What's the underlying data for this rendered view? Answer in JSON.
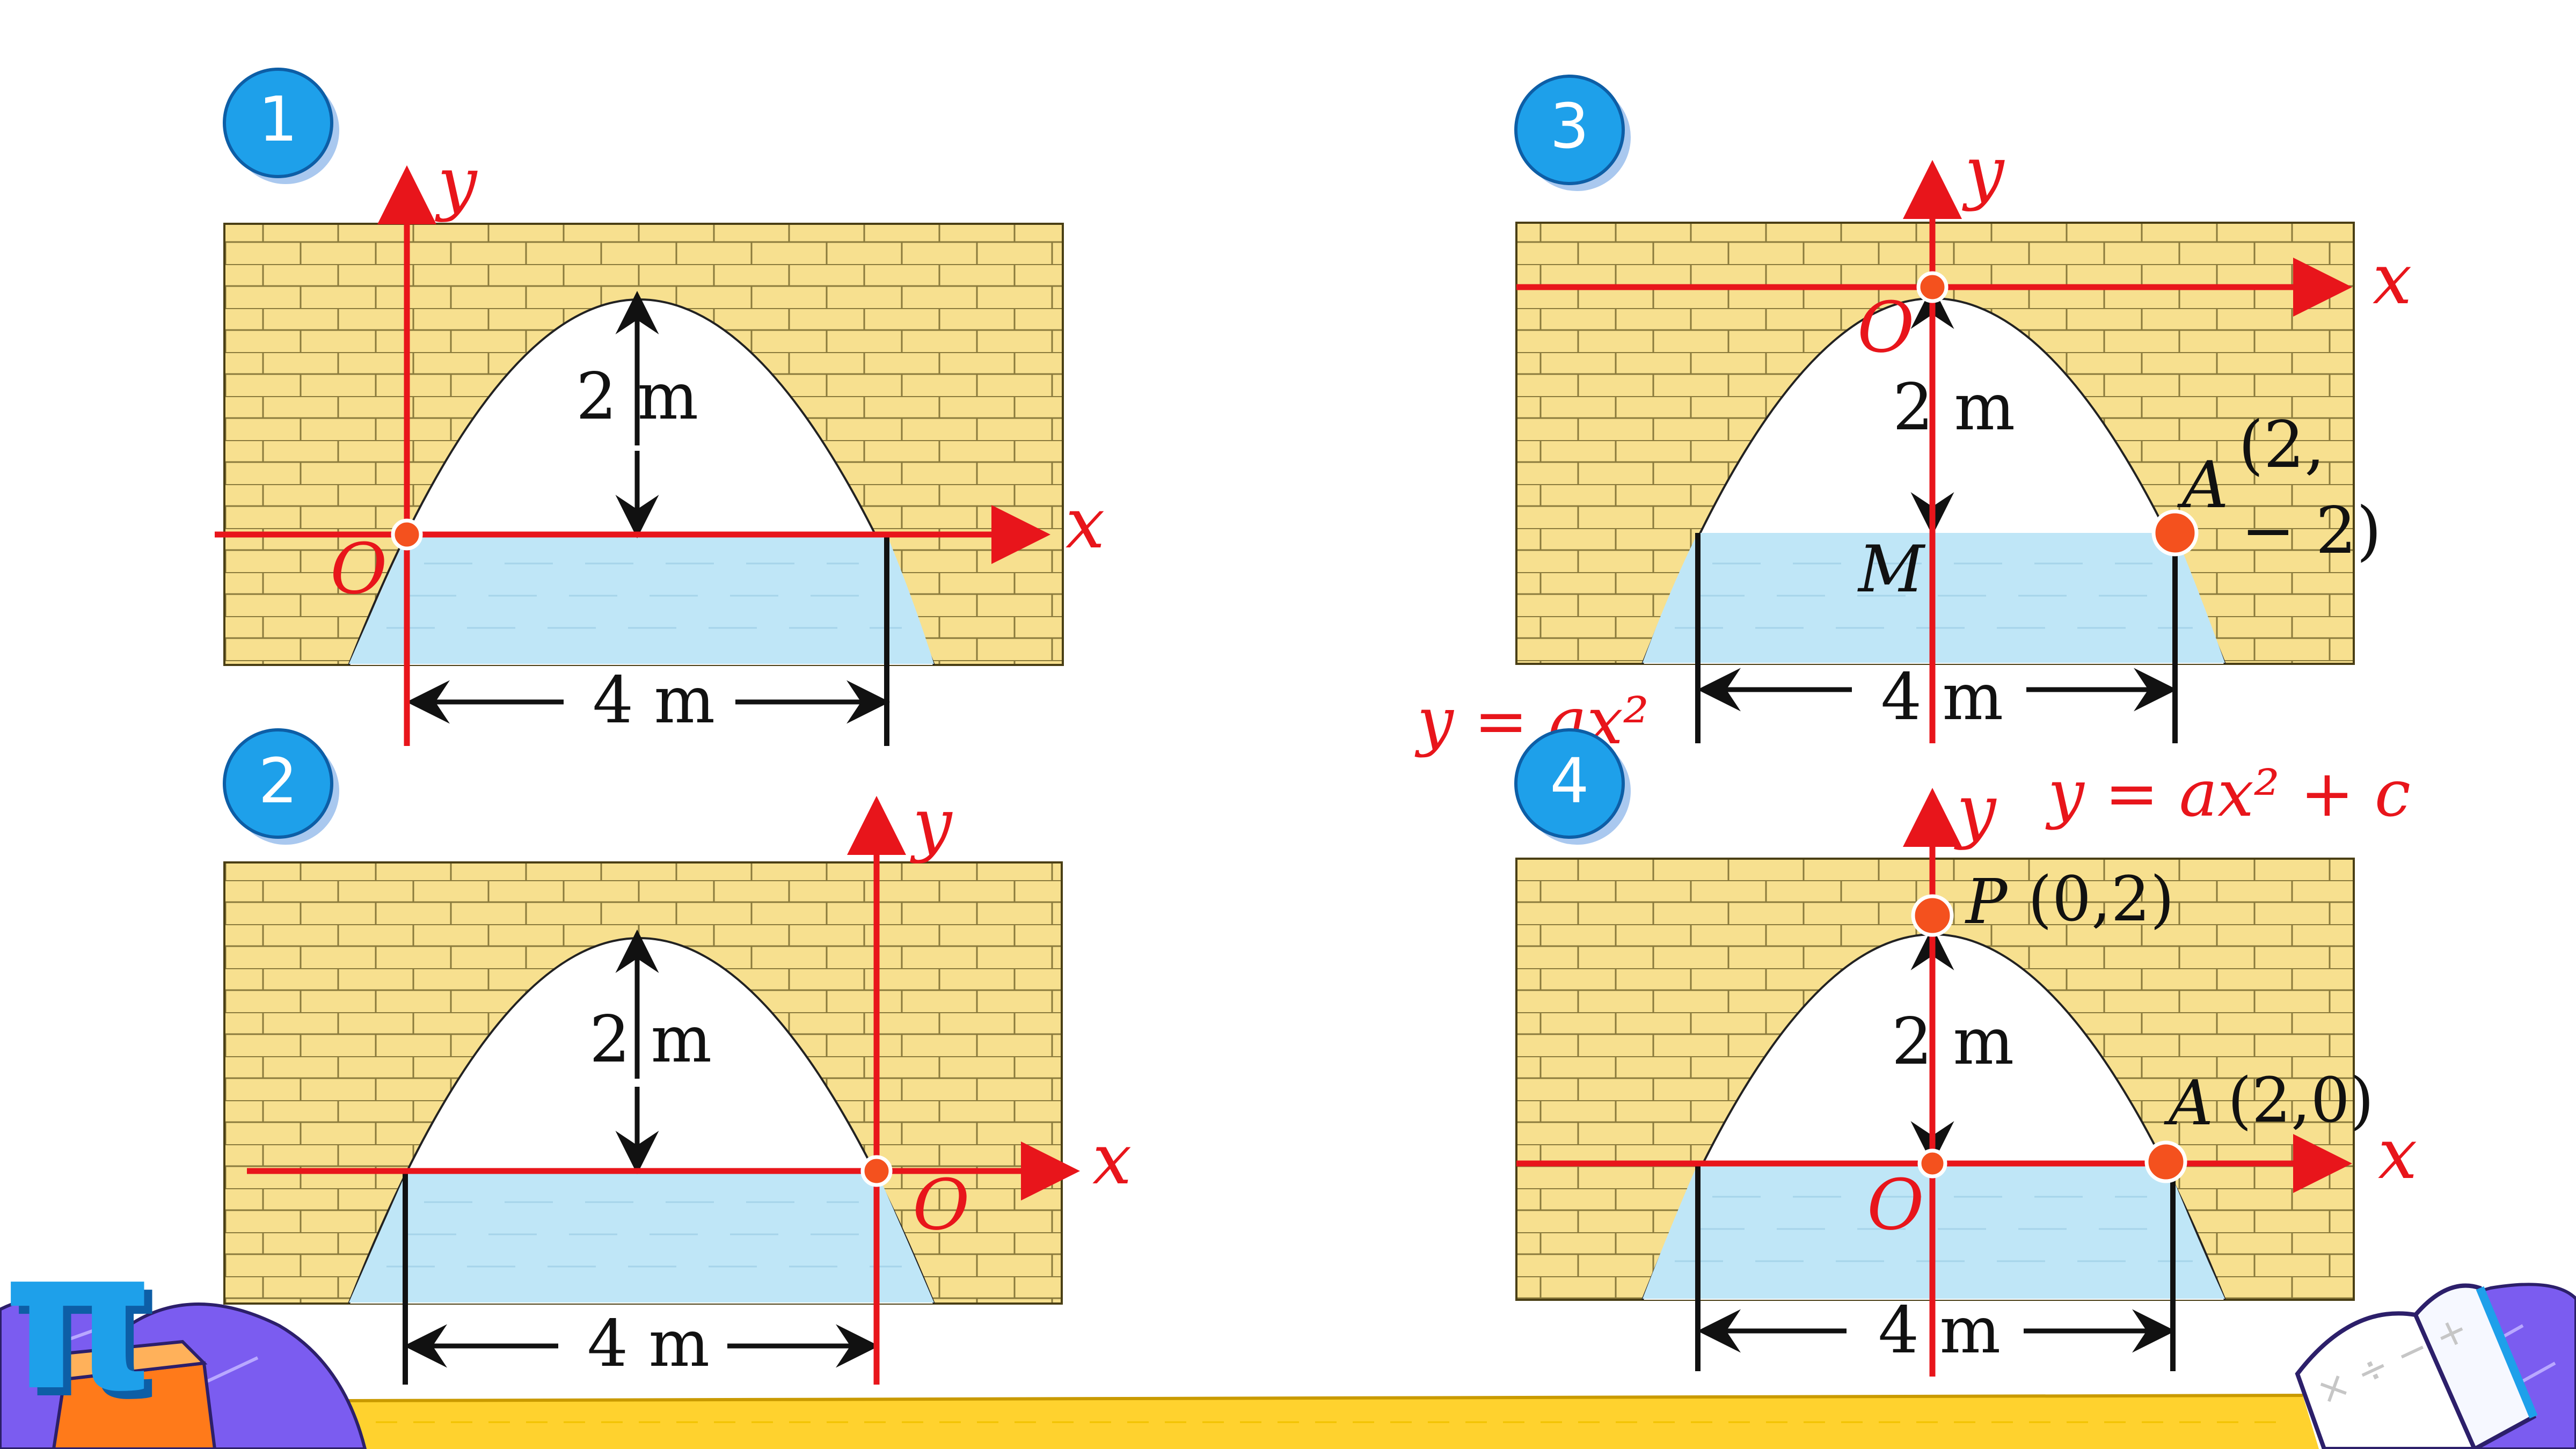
{
  "panels": [
    {
      "number": "1",
      "y_axis": "y",
      "x_axis": "x",
      "origin": "O",
      "height_label": "2 m",
      "width_label": "4 m"
    },
    {
      "number": "2",
      "y_axis": "y",
      "x_axis": "x",
      "origin": "O",
      "height_label": "2 m",
      "width_label": "4 m"
    },
    {
      "number": "3",
      "y_axis": "y",
      "x_axis": "x",
      "origin": "O",
      "height_label": "2 m",
      "width_label": "4 m",
      "point_m": "M",
      "point_a": "A",
      "point_a_coord_line1": "(2,",
      "point_a_coord_line2": "− 2)",
      "equation": "y = ax²"
    },
    {
      "number": "4",
      "y_axis": "y",
      "x_axis": "x",
      "origin": "O",
      "height_label": "2 m",
      "width_label": "4 m",
      "point_p": "P",
      "point_p_coord": "(0,2)",
      "point_a": "A",
      "point_a_coord": "(2,0)",
      "equation": "y = ax² + c"
    }
  ],
  "decor": {
    "pi_symbol": "π",
    "book_marks": "× ÷ − +"
  },
  "colors": {
    "brick": "#f7e08f",
    "mortar": "#8a7a3c",
    "water": "#bfe6f7",
    "axis": "#e8151b",
    "point": "#f4511e",
    "badge": "#1ea0ea",
    "ribbon": "#ffd22e"
  }
}
